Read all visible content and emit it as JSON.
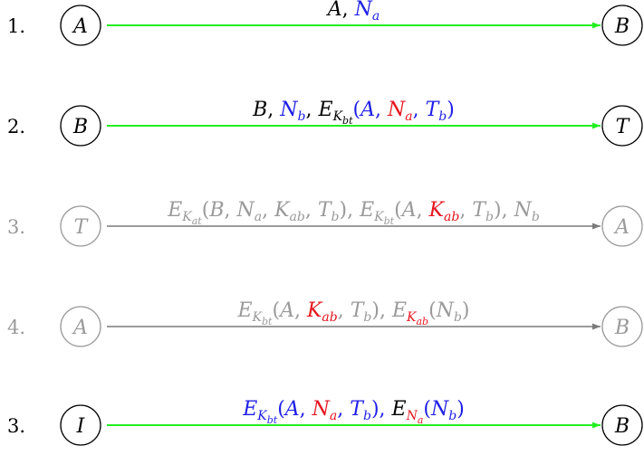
{
  "colors": {
    "black": "#000000",
    "gray": "#9a9a9a",
    "blue": "#1f1fe6",
    "red": "#e6161e",
    "green": "#22ee22",
    "arrow_gray": "#7a7a7a"
  },
  "steps": [
    {
      "number": "1.",
      "from": "A",
      "to": "B",
      "muted": false,
      "message": [
        {
          "t": "A",
          "c": "black"
        },
        {
          "t": ", ",
          "c": "black",
          "plain": true
        },
        {
          "t": "N",
          "c": "blue",
          "sub": "a"
        }
      ]
    },
    {
      "number": "2.",
      "from": "B",
      "to": "T",
      "muted": false,
      "message": [
        {
          "t": "B",
          "c": "black"
        },
        {
          "t": ", ",
          "c": "black",
          "plain": true
        },
        {
          "t": "N",
          "c": "blue",
          "sub": "b"
        },
        {
          "t": ", ",
          "c": "black",
          "plain": true
        },
        {
          "t": "E",
          "c": "black",
          "sub": "K",
          "subsub": "bt"
        },
        {
          "t": "(",
          "c": "blue",
          "plain": true
        },
        {
          "t": "A",
          "c": "blue"
        },
        {
          "t": ", ",
          "c": "blue",
          "plain": true
        },
        {
          "t": "N",
          "c": "red",
          "sub": "a"
        },
        {
          "t": ", ",
          "c": "blue",
          "plain": true
        },
        {
          "t": "T",
          "c": "blue",
          "sub": "b"
        },
        {
          "t": ")",
          "c": "blue",
          "plain": true
        }
      ]
    },
    {
      "number": "3.",
      "from": "T",
      "to": "A",
      "muted": true,
      "message": [
        {
          "t": "E",
          "c": "gray",
          "sub": "K",
          "subsub": "at"
        },
        {
          "t": "(",
          "c": "gray",
          "plain": true
        },
        {
          "t": "B",
          "c": "gray"
        },
        {
          "t": ", ",
          "c": "gray",
          "plain": true
        },
        {
          "t": "N",
          "c": "gray",
          "sub": "a"
        },
        {
          "t": ", ",
          "c": "gray",
          "plain": true
        },
        {
          "t": "K",
          "c": "gray",
          "sub": "ab"
        },
        {
          "t": ", ",
          "c": "gray",
          "plain": true
        },
        {
          "t": "T",
          "c": "gray",
          "sub": "b"
        },
        {
          "t": "), ",
          "c": "gray",
          "plain": true
        },
        {
          "t": "E",
          "c": "gray",
          "sub": "K",
          "subsub": "bt"
        },
        {
          "t": "(",
          "c": "gray",
          "plain": true
        },
        {
          "t": "A",
          "c": "gray"
        },
        {
          "t": ", ",
          "c": "gray",
          "plain": true
        },
        {
          "t": "K",
          "c": "red",
          "sub": "ab"
        },
        {
          "t": ", ",
          "c": "gray",
          "plain": true
        },
        {
          "t": "T",
          "c": "gray",
          "sub": "b"
        },
        {
          "t": "), ",
          "c": "gray",
          "plain": true
        },
        {
          "t": "N",
          "c": "gray",
          "sub": "b"
        }
      ]
    },
    {
      "number": "4.",
      "from": "A",
      "to": "B",
      "muted": true,
      "message": [
        {
          "t": "E",
          "c": "gray",
          "sub": "K",
          "subsub": "bt"
        },
        {
          "t": "(",
          "c": "gray",
          "plain": true
        },
        {
          "t": "A",
          "c": "gray"
        },
        {
          "t": ", ",
          "c": "gray",
          "plain": true
        },
        {
          "t": "K",
          "c": "red",
          "sub": "ab"
        },
        {
          "t": ", ",
          "c": "gray",
          "plain": true
        },
        {
          "t": "T",
          "c": "gray",
          "sub": "b"
        },
        {
          "t": "), ",
          "c": "gray",
          "plain": true
        },
        {
          "t": "E",
          "c": "gray",
          "sub": "K",
          "subsub": "ab",
          "subcolor": "red"
        },
        {
          "t": "(",
          "c": "gray",
          "plain": true
        },
        {
          "t": "N",
          "c": "gray",
          "sub": "b"
        },
        {
          "t": ")",
          "c": "gray",
          "plain": true
        }
      ]
    },
    {
      "number": "3.",
      "from": "I",
      "to": "B",
      "muted": false,
      "message": [
        {
          "t": "E",
          "c": "blue",
          "sub": "K",
          "subsub": "bt"
        },
        {
          "t": "(",
          "c": "blue",
          "plain": true
        },
        {
          "t": "A",
          "c": "blue"
        },
        {
          "t": ", ",
          "c": "blue",
          "plain": true
        },
        {
          "t": "N",
          "c": "red",
          "sub": "a"
        },
        {
          "t": ", ",
          "c": "blue",
          "plain": true
        },
        {
          "t": "T",
          "c": "blue",
          "sub": "b"
        },
        {
          "t": "), ",
          "c": "blue",
          "plain": true
        },
        {
          "t": "E",
          "c": "black",
          "sub": "N",
          "subsub": "a",
          "subcolor": "red"
        },
        {
          "t": "(",
          "c": "blue",
          "plain": true
        },
        {
          "t": "N",
          "c": "blue",
          "sub": "b"
        },
        {
          "t": ")",
          "c": "blue",
          "plain": true
        }
      ]
    }
  ]
}
